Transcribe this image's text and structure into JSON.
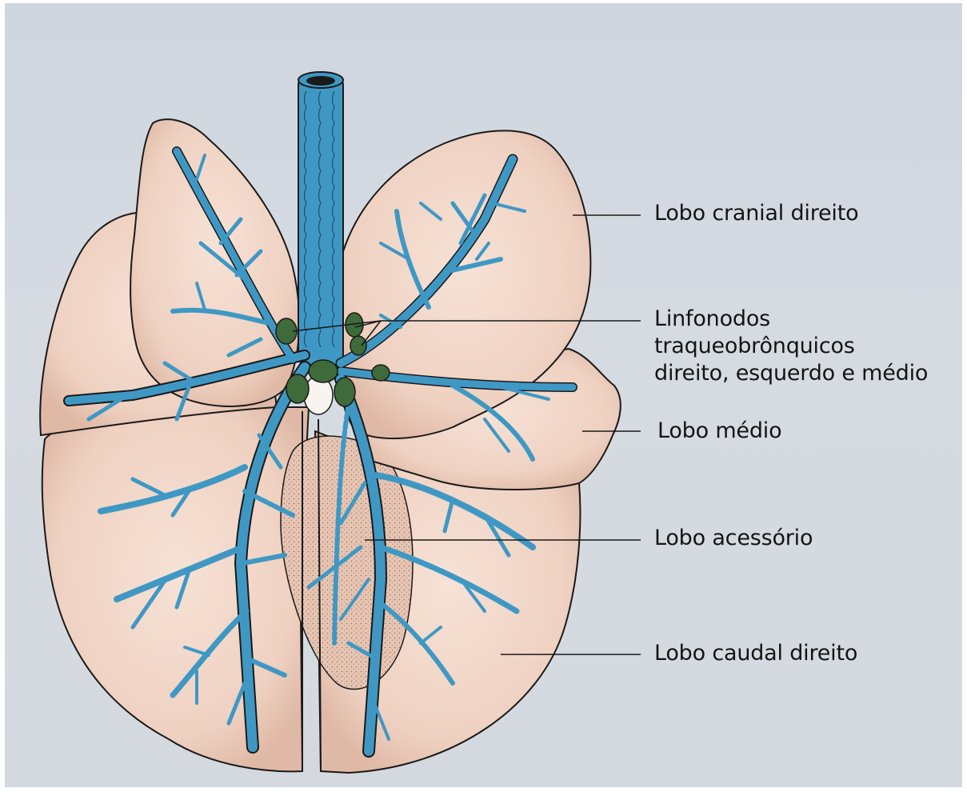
{
  "labels": {
    "lobo_cranial_direito": "Lobo cranial direito",
    "linfonodos_line1": "Linfonodos",
    "linfonodos_line2": "traqueobrônquicos",
    "linfonodos_line3": "direito, esquerdo e médio",
    "lobo_medio": "Lobo médio",
    "lobo_acessorio": "Lobo acessório",
    "lobo_caudal_direito": "Lobo caudal direito"
  },
  "colors": {
    "background": "#d3d9e0",
    "lung_tissue": "#f1d6c8",
    "airway_blue": "#3f98c4",
    "lymph_node_green": "#3e6b39",
    "outline": "#1a1a1a"
  },
  "icons": {
    "trachea": "trachea-tube",
    "bronchial_tree": "bronchi-branches",
    "lymph_nodes": "lymph-node-blobs"
  }
}
